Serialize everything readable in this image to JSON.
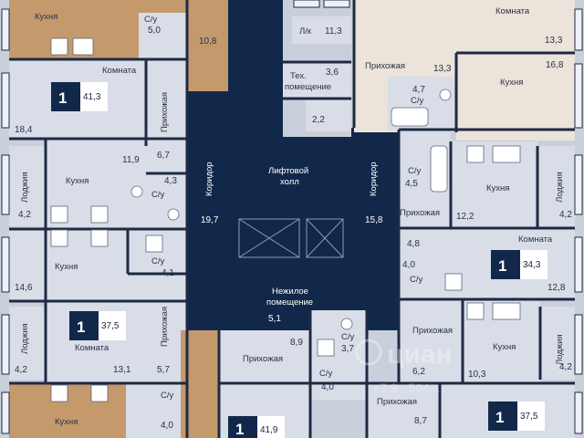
{
  "colors": {
    "corridor": "#12284a",
    "room": "#d8dde7",
    "room_alt": "#cdd3df",
    "beige": "#ece3da",
    "wood": "#c49a6c",
    "wall": "#1e2a44",
    "window": "#eef1f6"
  },
  "labels": {
    "kitchen": "Кухня",
    "room": "Комната",
    "hallway": "Прихожая",
    "loggia": "Лоджия",
    "bath": "С/у",
    "corridor": "Коридор",
    "lift_hall_1": "Лифтовой",
    "lift_hall_2": "холл",
    "tech_1": "Тех.",
    "tech_2": "помещение",
    "nonres_1": "Нежилое",
    "nonres_2": "помещение",
    "balcony": "Л/к"
  },
  "areas": {
    "a5_0": "5,0",
    "a10_8": "10,8",
    "a11_3": "11,3",
    "a3_6": "3,6",
    "a2_2": "2,2",
    "a13_3a": "13,3",
    "a13_3b": "13,3",
    "a16_8": "16,8",
    "a4_7": "4,7",
    "a18_4": "18,4",
    "a6_7": "6,7",
    "a11_9": "11,9",
    "a4_3": "4,3",
    "a4_2a": "4,2",
    "a19_7": "19,7",
    "a15_8": "15,8",
    "a4_5": "4,5",
    "a4_2b": "4,2",
    "a12_2": "12,2",
    "a4_8": "4,8",
    "a4_1": "4,1",
    "a14_6": "14,6",
    "a4_0a": "4,0",
    "a12_8": "12,8",
    "a4_2c": "4,2",
    "a13_1": "13,1",
    "a5_7": "5,7",
    "a5_1": "5,1",
    "a8_9": "8,9",
    "a3_7": "3,7",
    "a6_2": "6,2",
    "a10_3": "10,3",
    "a4_2d": "4,2",
    "a4_0b": "4,0",
    "a8_7": "8,7",
    "a4_0c": "4,0"
  },
  "apartments": [
    {
      "rooms": "1",
      "area": "41,3"
    },
    {
      "rooms": "1",
      "area": "37,5"
    },
    {
      "rooms": "1",
      "area": "34,3"
    },
    {
      "rooms": "1",
      "area": "41,9"
    },
    {
      "rooms": "1",
      "area": "37,5"
    }
  ],
  "watermark": {
    "brand": "циан",
    "phone": "+7 9.. 504..."
  }
}
